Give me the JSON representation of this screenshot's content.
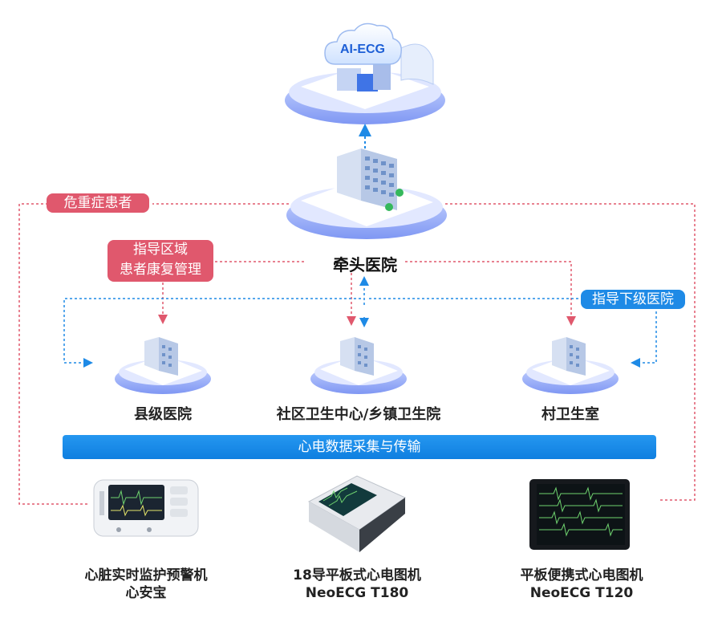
{
  "top": {
    "cloud_label": "AI-ECG"
  },
  "hub": {
    "label": "牵头医院"
  },
  "tags": {
    "critical": "危重症患者",
    "guide_rehab_1": "指导区域",
    "guide_rehab_2": "患者康复管理",
    "guide_lower": "指导下级医院"
  },
  "nodes": {
    "county": "县级医院",
    "community": "社区卫生中心/乡镇卫生院",
    "village": "村卫生室"
  },
  "bar": {
    "label": "心电数据采集与传输"
  },
  "devices": [
    {
      "line1": "心脏实时监护预警机",
      "line2": "心安宝"
    },
    {
      "line1": "18导平板式心电图机",
      "line2": "NeoECG T180"
    },
    {
      "line1": "平板便携式心电图机",
      "line2": "NeoECG T120"
    }
  ],
  "colors": {
    "pink": "#e0586d",
    "blue": "#1e8ae6",
    "platform": "#8fa6f7"
  }
}
